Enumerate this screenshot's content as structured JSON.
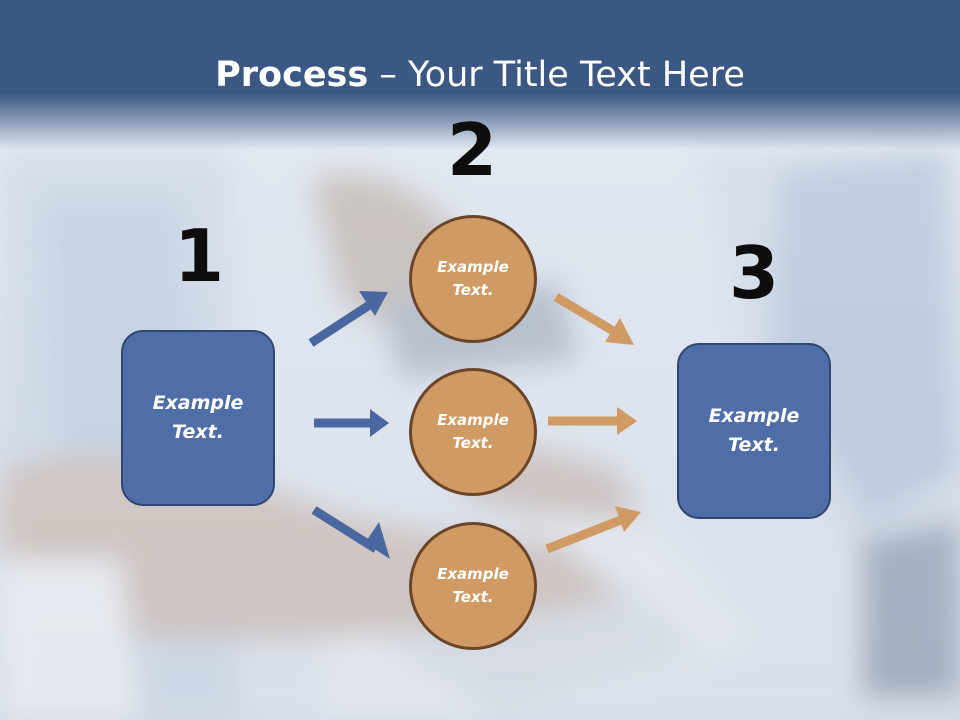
{
  "slide": {
    "title_bold": "Process",
    "title_rest": " – Your Title Text Here",
    "steps": [
      "1",
      "2",
      "3"
    ],
    "left_box_text": [
      "Example",
      "Text."
    ],
    "circles": [
      {
        "line1": "Example",
        "line2": "Text."
      },
      {
        "line1": "Example",
        "line2": "Text."
      },
      {
        "line1": "Example",
        "line2": "Text."
      }
    ],
    "right_box_text": [
      "Example",
      "Text."
    ]
  },
  "colors": {
    "header": "#3b5784",
    "box_fill": "#4f6ea7",
    "box_border": "#2f4670",
    "circle_fill": "#d09a64",
    "circle_border": "#6b4528",
    "blue_arrow": "#4a67a0",
    "orange_arrow": "#d09a64"
  }
}
